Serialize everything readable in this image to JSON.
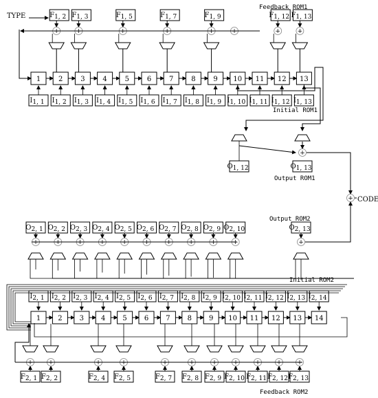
{
  "labels": {
    "type": "TYPE",
    "code": "CODE",
    "feedback_rom1": "Feedback ROM1",
    "initial_rom1": "Initial ROM1",
    "output_rom1": "Output ROM1",
    "output_rom2": "Output ROM2",
    "initial_rom2": "Initial ROM2",
    "feedback_rom2": "Feedback ROM2",
    "xor_symbol": "+"
  },
  "lfsr1": {
    "registers": [
      "1",
      "2",
      "3",
      "4",
      "5",
      "6",
      "7",
      "8",
      "9",
      "10",
      "11",
      "12",
      "13"
    ],
    "initial": [
      {
        "base": "I",
        "sub": "1, 1"
      },
      {
        "base": "I",
        "sub": "1, 2"
      },
      {
        "base": "I",
        "sub": "1, 3"
      },
      {
        "base": "I",
        "sub": "1, 4"
      },
      {
        "base": "I",
        "sub": "1, 5"
      },
      {
        "base": "I",
        "sub": "1, 6"
      },
      {
        "base": "I",
        "sub": "1, 7"
      },
      {
        "base": "I",
        "sub": "1, 8"
      },
      {
        "base": "I",
        "sub": "1, 9"
      },
      {
        "base": "I",
        "sub": "1, 10"
      },
      {
        "base": "I",
        "sub": "1, 11"
      },
      {
        "base": "I",
        "sub": "1, 12"
      },
      {
        "base": "I",
        "sub": "1, 13"
      }
    ],
    "feedback": [
      {
        "base": "F",
        "sub": "1, 2",
        "col": 1
      },
      {
        "base": "F",
        "sub": "1, 3",
        "col": 2
      },
      {
        "base": "F",
        "sub": "1, 5",
        "col": 4
      },
      {
        "base": "F",
        "sub": "1, 7",
        "col": 6
      },
      {
        "base": "F",
        "sub": "1, 9",
        "col": 8
      },
      {
        "base": "F",
        "sub": "1, 12",
        "col": 11
      },
      {
        "base": "F",
        "sub": "1, 13",
        "col": 12
      }
    ],
    "output": [
      {
        "base": "O",
        "sub": "1, 12"
      },
      {
        "base": "O",
        "sub": "1, 13"
      }
    ]
  },
  "lfsr2": {
    "registers": [
      "1",
      "2",
      "3",
      "4",
      "5",
      "6",
      "7",
      "8",
      "9",
      "10",
      "11",
      "12",
      "13",
      "14"
    ],
    "initial": [
      {
        "base": "I",
        "sub": "2, 1"
      },
      {
        "base": "I",
        "sub": "2, 2"
      },
      {
        "base": "I",
        "sub": "2, 3"
      },
      {
        "base": "I",
        "sub": "2, 4"
      },
      {
        "base": "I",
        "sub": "2, 5"
      },
      {
        "base": "I",
        "sub": "2, 6"
      },
      {
        "base": "I",
        "sub": "2, 7"
      },
      {
        "base": "I",
        "sub": "2, 8"
      },
      {
        "base": "I",
        "sub": "2, 9"
      },
      {
        "base": "I",
        "sub": "2, 10"
      },
      {
        "base": "I",
        "sub": "2, 11"
      },
      {
        "base": "I",
        "sub": "2, 12"
      },
      {
        "base": "I",
        "sub": "2, 13"
      },
      {
        "base": "I",
        "sub": "2, 14"
      }
    ],
    "output": [
      {
        "base": "O",
        "sub": "2, 1"
      },
      {
        "base": "O",
        "sub": "2, 2"
      },
      {
        "base": "O",
        "sub": "2, 3"
      },
      {
        "base": "O",
        "sub": "2, 4"
      },
      {
        "base": "O",
        "sub": "2, 5"
      },
      {
        "base": "O",
        "sub": "2, 6"
      },
      {
        "base": "O",
        "sub": "2, 7"
      },
      {
        "base": "O",
        "sub": "2, 8"
      },
      {
        "base": "O",
        "sub": "2, 9"
      },
      {
        "base": "O",
        "sub": "2, 10"
      },
      {
        "base": "O",
        "sub": "2, 13"
      }
    ],
    "feedback": [
      {
        "base": "F",
        "sub": "2, 1"
      },
      {
        "base": "F",
        "sub": "2, 2"
      },
      {
        "base": "F",
        "sub": "2, 4"
      },
      {
        "base": "F",
        "sub": "2, 5"
      },
      {
        "base": "F",
        "sub": "2, 7"
      },
      {
        "base": "F",
        "sub": "2, 8"
      },
      {
        "base": "F",
        "sub": "2, 9"
      },
      {
        "base": "F",
        "sub": "2, 10"
      },
      {
        "base": "F",
        "sub": "2, 11"
      },
      {
        "base": "F",
        "sub": "2, 12"
      },
      {
        "base": "F",
        "sub": "2, 13"
      }
    ]
  }
}
